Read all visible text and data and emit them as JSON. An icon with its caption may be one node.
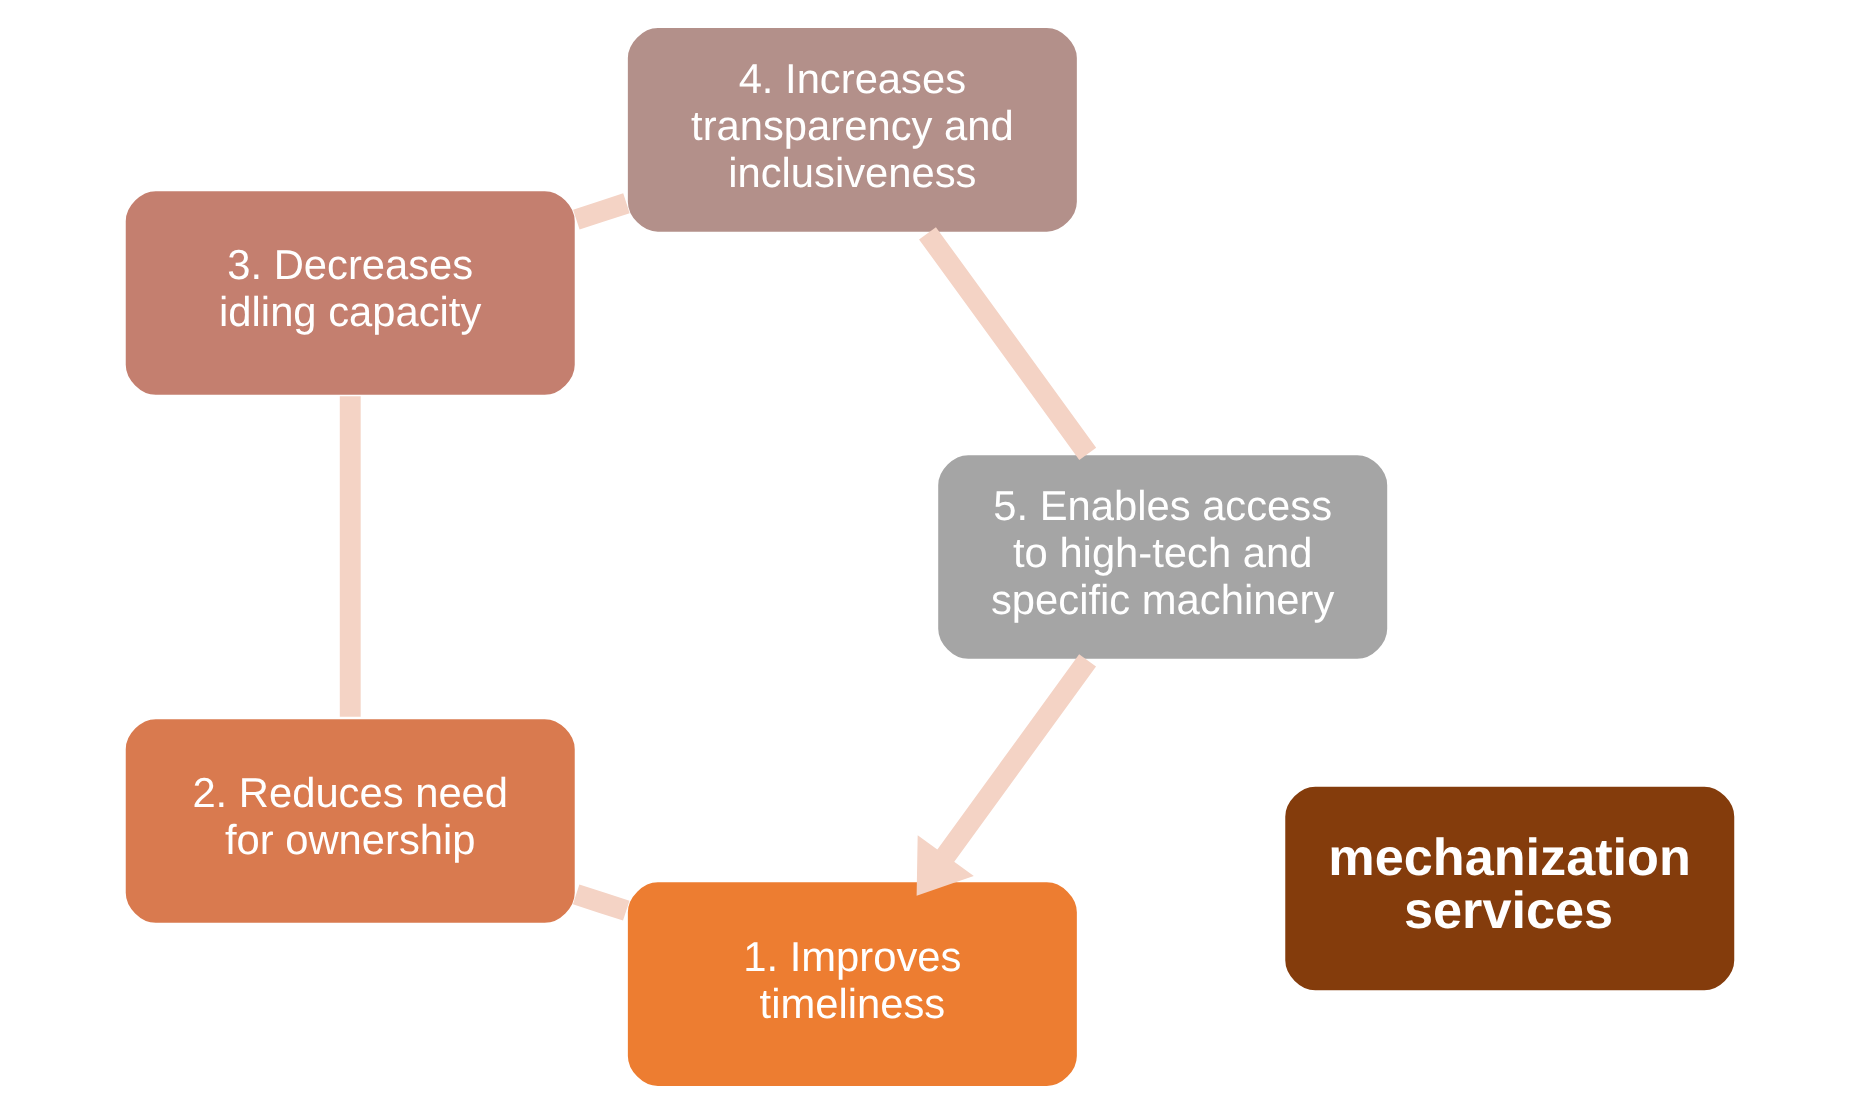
{
  "diagram": {
    "nodes": [
      {
        "text": [
          "1. Improves timeliness"
        ]
      },
      {
        "text": [
          "2. Reduces need for ownership"
        ]
      },
      {
        "text": [
          "3. Decreases idling capacity"
        ]
      },
      {
        "text": [
          "4. Increases transparency and inclusiveness"
        ]
      },
      {
        "text": [
          "5. Enables access to high-tech and specific machinery"
        ]
      },
      {
        "text": [
          "mechanization services"
        ]
      }
    ],
    "edges": [
      {
        "from": 0,
        "to": 1,
        "arrow": "none"
      },
      {
        "from": 1,
        "to": 2,
        "arrow": "none"
      },
      {
        "from": 2,
        "to": 3,
        "arrow": "none"
      },
      {
        "from": 3,
        "to": 4,
        "arrow": "none"
      },
      {
        "from": 4,
        "to": 0,
        "arrow": "to"
      }
    ]
  }
}
